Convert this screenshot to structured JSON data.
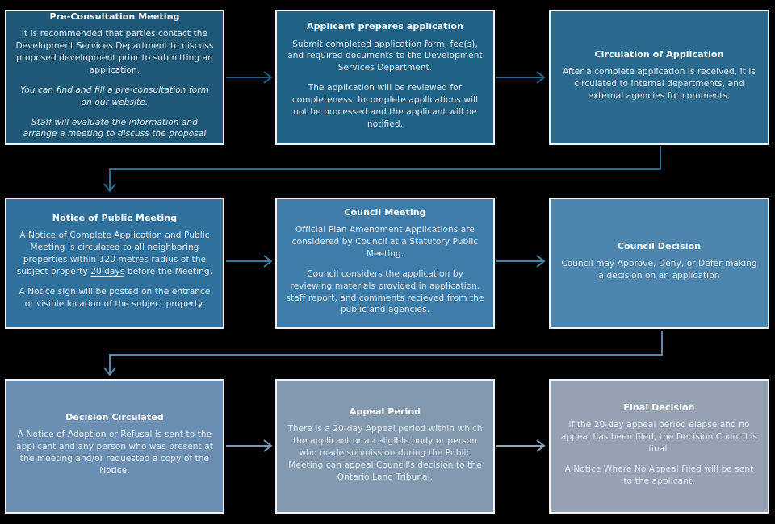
{
  "palette": {
    "canvas_background": "#000000",
    "box_border": "#f1f3f4",
    "title_text": "#ffffff",
    "body_text": "#e4ecf2"
  },
  "flowchart": {
    "boxes": [
      {
        "title": "Pre-Consultation Meeting",
        "p1": "It is recommended that parties contact the Development Services Department to discuss proposed development prior to submitting an application.",
        "p2": "You can find and fill a pre-consultation form on our website.",
        "p3": "Staff will evaluate the information and arrange a meeting to discuss the proposal",
        "fill": "#1e5876"
      },
      {
        "title": "Applicant prepares application",
        "p1": "Submit completed application form, fee(s), and required documents to the Development Services Department.",
        "p2": "The application will be reviewed for completeness. Incomplete applications will not be processed and the applicant will be notified.",
        "fill": "#206285"
      },
      {
        "title": "Circulation of Application",
        "p1": "After a complete application is received, it is circulated to internal departments, and external agencies for comments.",
        "fill": "#296a8e"
      },
      {
        "title": "Notice of Public Meeting",
        "p1_parts": [
          "A Notice of Complete Application and Public Meeting is circulated to all neighboring properties within ",
          "120 metres",
          " radius of the subject property ",
          "20 days",
          " before the Meeting."
        ],
        "p2": "A Notice sign will be posted on the entrance or visible location of the subject property.",
        "fill": "#2f719c"
      },
      {
        "title": "Council Meeting",
        "p1": "Official Plan Amendment Applications are considered by Council at a Statutory Public Meeting.",
        "p2": "Council considers the application by reviewing materials provided in application, staff report, and comments recieved from the public and agencies.",
        "fill": "#3e7da9"
      },
      {
        "title": "Council Decision",
        "p1": "Council may Approve, Deny, or Defer making a decision on an application",
        "fill": "#4c86ae"
      },
      {
        "title": "Decision Circulated",
        "p1": "A Notice of Adoption or Refusal is sent to the applicant and any person who was present at the meeting and/or requested a copy of the Notice.",
        "fill": "#6b8fb2"
      },
      {
        "title": "Appeal Period",
        "p1": "There is a 20-day Appeal period within which the applicant or an eligible body or person who made submission during the Public Meeting can appeal Council's decision to the Ontario Land Tribunal.",
        "fill": "#8399af"
      },
      {
        "title": "Final Decision",
        "p1": "If the 20-day appeal period elapse and no appeal has been filed, the Decision Council is final.",
        "p2": "A Notice Where No Appeal Filed will be sent to the applicant.",
        "fill": "#95a2b2"
      }
    ],
    "connectors": [
      {
        "name": "arrow-pre-consultation-to-applicant",
        "color": "#1e6084"
      },
      {
        "name": "arrow-applicant-to-circulation",
        "color": "#256a8e"
      },
      {
        "name": "elbow-circulation-to-notice",
        "color": "#2a6d93"
      },
      {
        "name": "arrow-notice-to-council-meeting",
        "color": "#3a7aa5"
      },
      {
        "name": "arrow-council-meeting-to-council-decision",
        "color": "#4583ad"
      },
      {
        "name": "elbow-council-decision-to-decision-circulated",
        "color": "#5b89ae"
      },
      {
        "name": "arrow-decision-circulated-to-appeal-period",
        "color": "#7b97b2"
      },
      {
        "name": "arrow-appeal-period-to-final-decision",
        "color": "#93a4b6"
      }
    ]
  }
}
